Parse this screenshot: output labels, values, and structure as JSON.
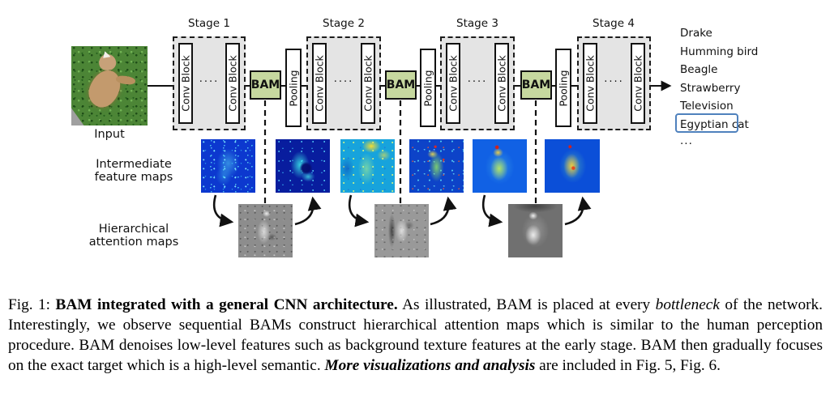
{
  "figure": {
    "input_label": "Input",
    "stages": [
      {
        "label": "Stage 1"
      },
      {
        "label": "Stage 2"
      },
      {
        "label": "Stage 3"
      },
      {
        "label": "Stage 4"
      }
    ],
    "conv_block_label": "Conv Block",
    "conv_dots": "····",
    "bam_label": "BAM",
    "pooling_label": "Pooling",
    "feature_maps_label": {
      "line1": "Intermediate",
      "line2": "feature maps"
    },
    "attention_maps_label": {
      "line1": "Hierarchical",
      "line2": "attention maps"
    },
    "class_list": [
      "Drake",
      "Humming bird",
      "Beagle",
      "Strawberry",
      "Television",
      "Egyptian cat"
    ],
    "highlighted_index": 5,
    "class_list_more": "...",
    "colors": {
      "bam_fill": "#c6d89f",
      "stage_fill": "#e4e4e4",
      "highlight_border": "#4f81bd"
    }
  },
  "caption": {
    "prefix": "Fig. 1: ",
    "bold_title": "BAM integrated with a general CNN architecture.",
    "body_1": " As illustrated, BAM is placed at every ",
    "italic_1": "bottleneck",
    "body_2": " of the network. Interestingly, we observe sequential BAMs construct hierarchical attention maps which is similar to the human perception procedure. BAM denoises low-level features such as background texture features at the early stage. BAM then gradually focuses on the exact target which is a high-level semantic. ",
    "bold_italic_1": "More visualizations and analysis",
    "body_3": " are included in Fig. 5, Fig. 6."
  }
}
